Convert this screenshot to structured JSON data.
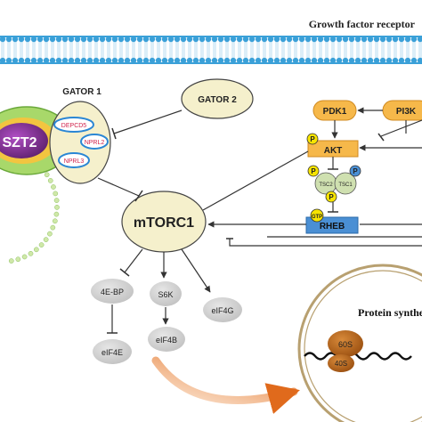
{
  "membrane": {
    "label": "Growth factor receptor"
  },
  "complexes": {
    "gator1": "GATOR 1",
    "gator2": "GATOR 2",
    "szt2": "SZT2",
    "depdc5": "DEPCD5",
    "nprl2": "NPRL2",
    "nprl3": "NPRL3",
    "mtorc1": "mTORC1"
  },
  "kinases": {
    "pdk1": "PDK1",
    "pi3k": "PI3K",
    "akt": "AKT",
    "tsc2": "TSC2",
    "tsc1": "TSC1",
    "rheb": "RHEB",
    "p": "P",
    "gtp": "GTP"
  },
  "effectors": {
    "ebp": "4E-BP",
    "s6k": "S6K",
    "eif4g": "eIF4G",
    "eif4e": "eIF4E",
    "eif4b": "eIF4B"
  },
  "protein_synthesis": {
    "label": "Protein synthes",
    "ribosome_large": "60S",
    "ribosome_small": "40S"
  },
  "colors": {
    "membrane_blue": "#3aa0d8",
    "gator_fill": "#f5f0cc",
    "akt_orange": "#f6b84a",
    "phospho_yellow": "#f7e400",
    "rheb_blue": "#4a8fd4",
    "szt2_purple": "#7a2f8a",
    "ribosome_brown": "#b8661a",
    "arrow_orange": "#e06a1c"
  }
}
